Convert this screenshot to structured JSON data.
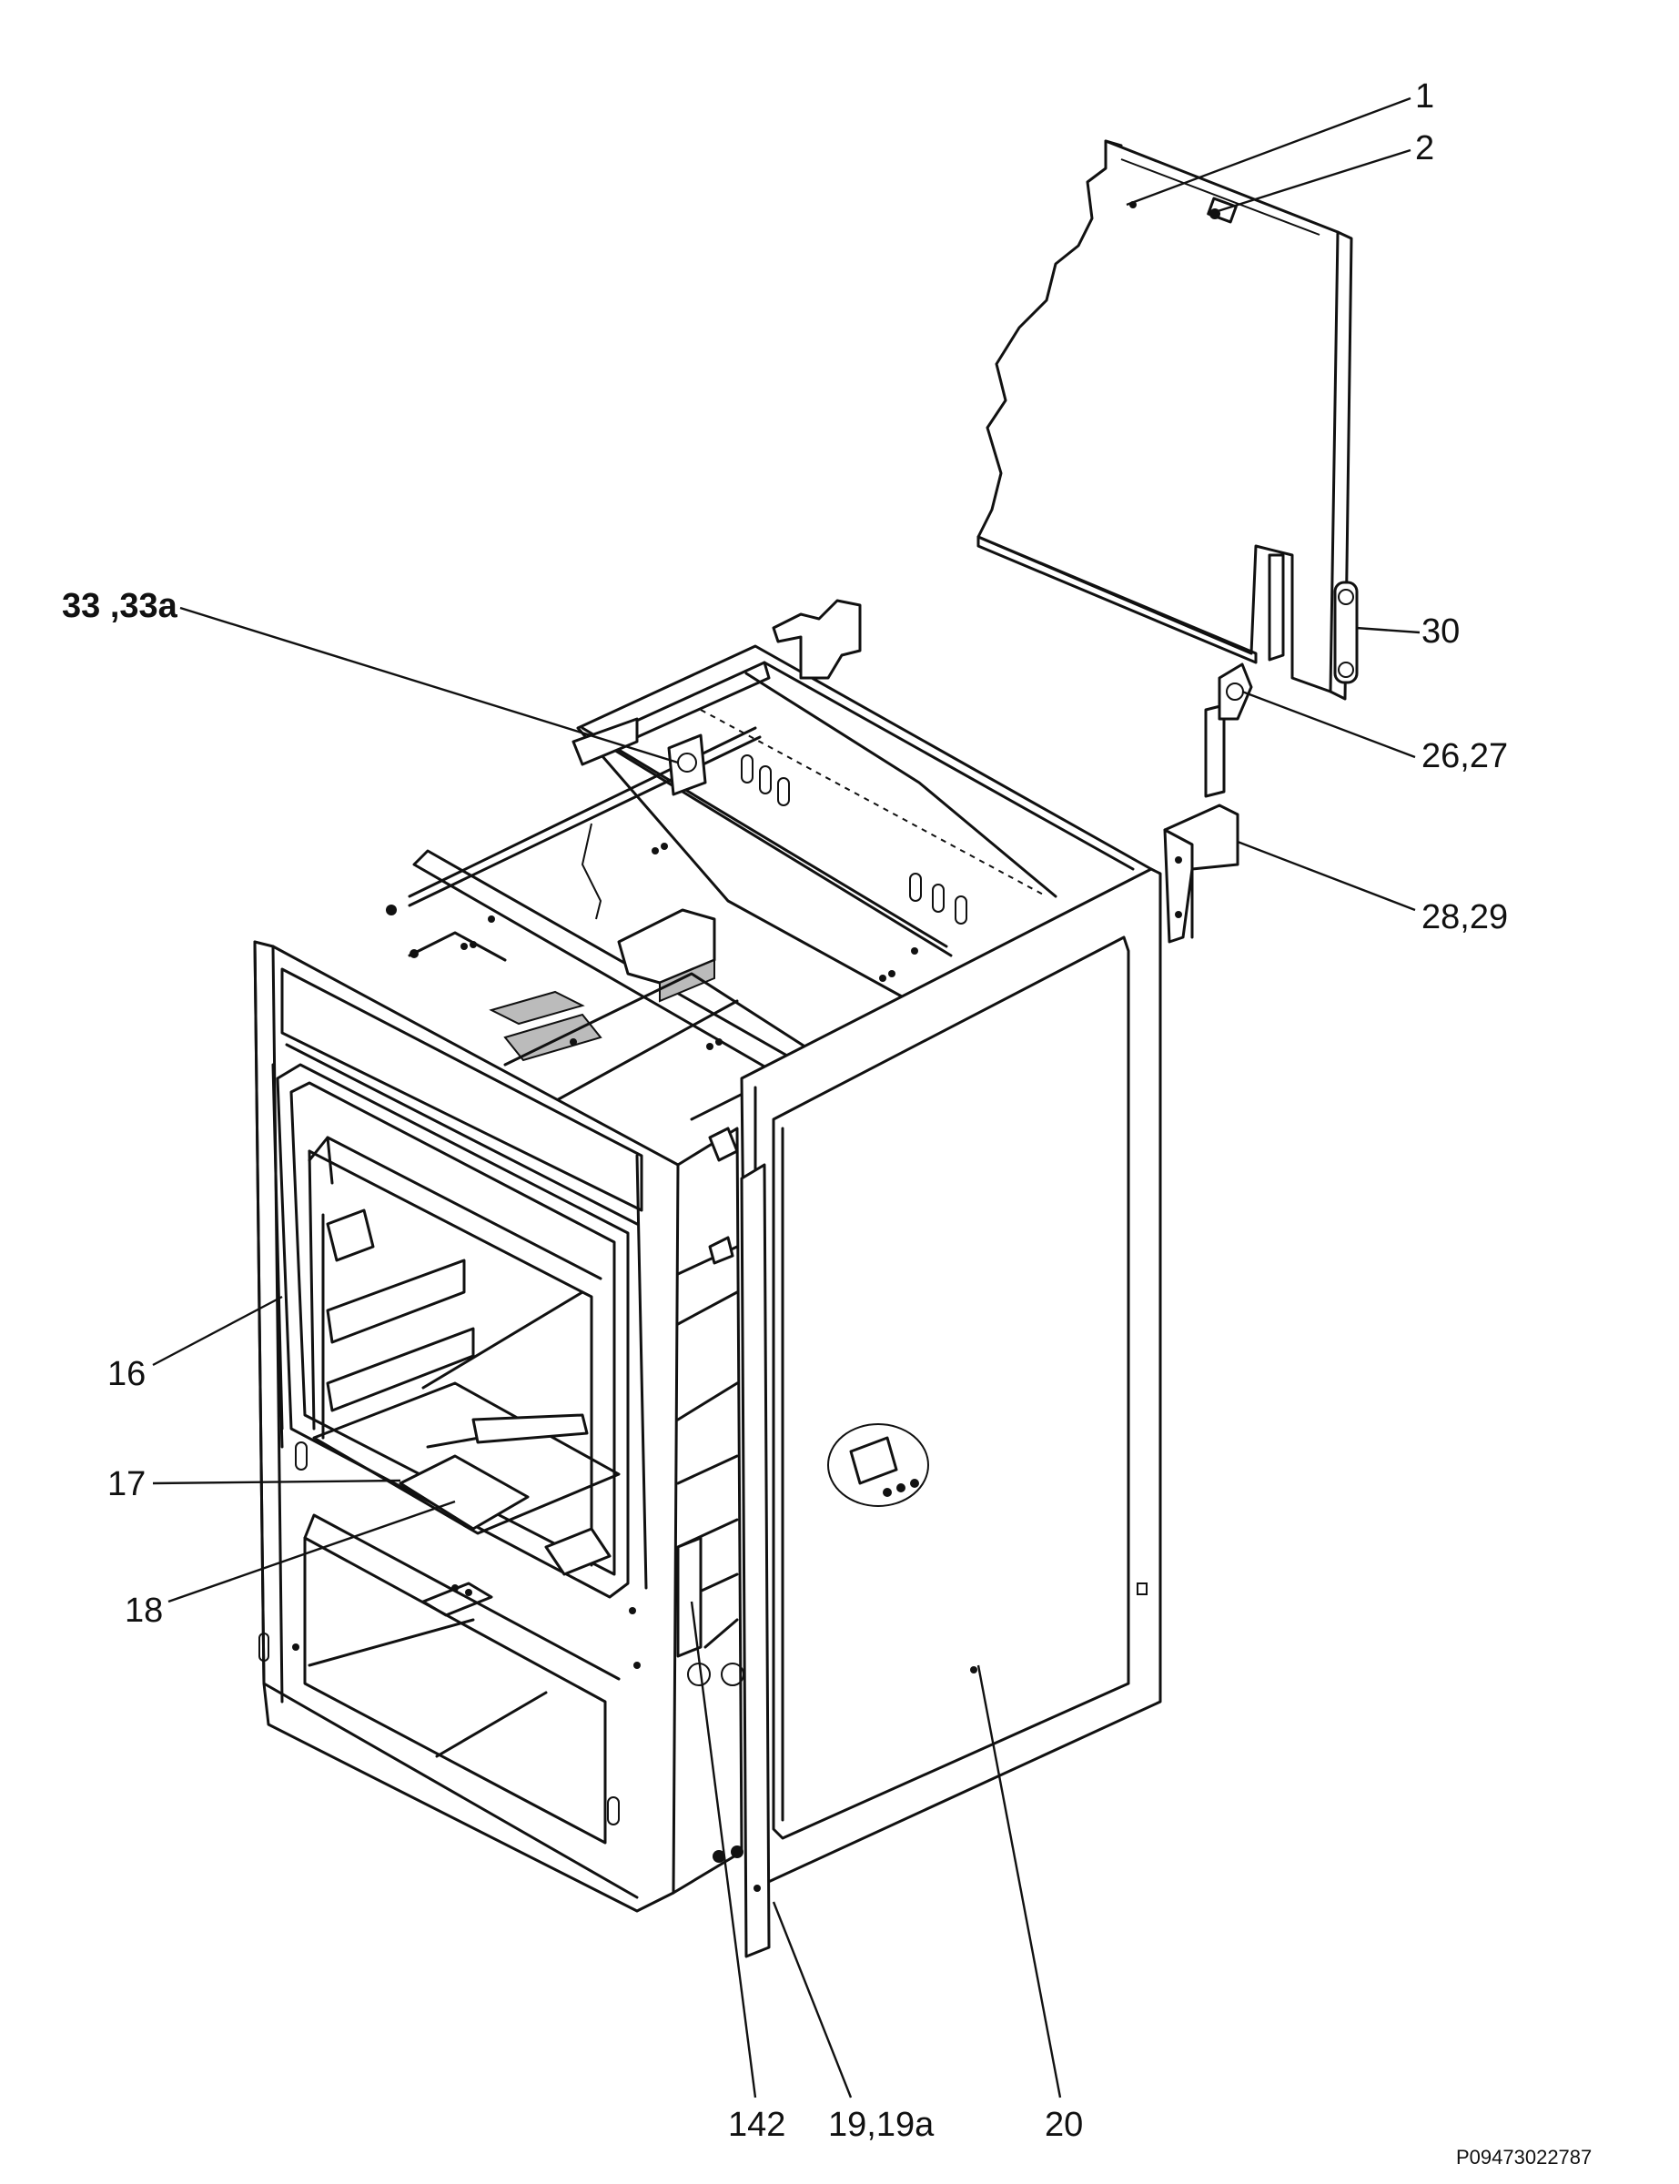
{
  "callouts": {
    "c1": "1",
    "c2": "2",
    "c30": "30",
    "c26_27": "26,27",
    "c28_29": "28,29",
    "c33_33a": "33 ,33a",
    "c16": "16",
    "c17": "17",
    "c18": "18",
    "c142": "142",
    "c19_19a": "19,19a",
    "c20": "20"
  },
  "drawing_code": "P09473022787"
}
